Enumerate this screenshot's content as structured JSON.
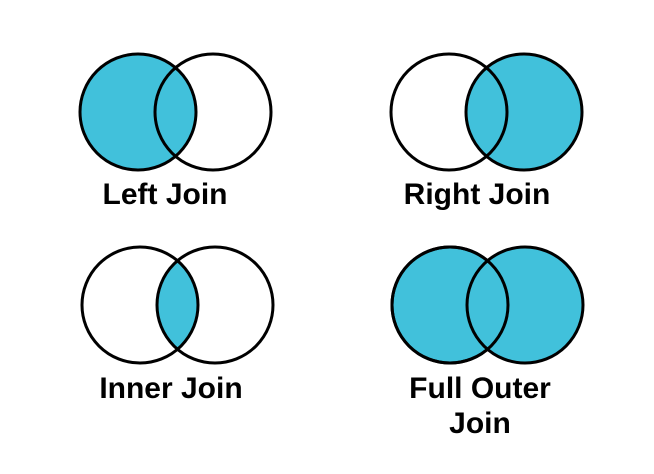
{
  "figure": {
    "background": "#ffffff"
  },
  "colors": {
    "fill": "#41c1db",
    "stroke": "#000000",
    "label_text": "#000000"
  },
  "diagrams": [
    {
      "id": "left-join",
      "label": "Left Join",
      "filled_region": "left-circle"
    },
    {
      "id": "right-join",
      "label": "Right Join",
      "filled_region": "right-circle"
    },
    {
      "id": "inner-join",
      "label": "Inner Join",
      "filled_region": "intersection"
    },
    {
      "id": "full-outer-join",
      "label": "Full Outer\nJoin",
      "filled_region": "both-circles"
    }
  ]
}
